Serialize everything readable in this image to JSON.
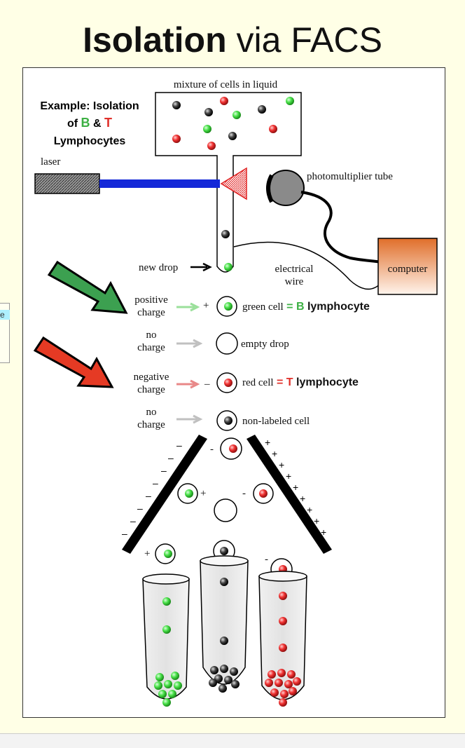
{
  "title": {
    "bold": "Isolation",
    "rest": " via FACS"
  },
  "example": {
    "line1": "Example: Isolation",
    "of": "of ",
    "b": "B",
    "amp": " & ",
    "t": "T",
    "line3": "Lymphocytes"
  },
  "labels": {
    "mixture": "mixture of cells in liquid",
    "laser": "laser",
    "pmt": "photomultiplier tube",
    "computer": "computer",
    "new_drop": "new drop",
    "electrical": "electrical",
    "wire": "wire"
  },
  "rows": [
    {
      "charge1": "positive",
      "charge2": "charge",
      "sign": "+",
      "desc": "green cell",
      "eq": " = B",
      "cell": " lymphocyte",
      "eq_color": "#3cb043"
    },
    {
      "charge1": "no",
      "charge2": "charge",
      "sign": "",
      "desc": "empty drop",
      "eq": "",
      "cell": "",
      "eq_color": "#000000"
    },
    {
      "charge1": "negative",
      "charge2": "charge",
      "sign": "–",
      "desc": "red cell",
      "eq": " = T",
      "cell": " lymphocyte",
      "eq_color": "#e0302a"
    },
    {
      "charge1": "no",
      "charge2": "charge",
      "sign": "",
      "desc": "non-labeled cell",
      "eq": "",
      "cell": "",
      "eq_color": "#000000"
    }
  ],
  "side_letter": "e",
  "colors": {
    "green": "#3cb043",
    "red": "#e0302a",
    "laser_beam": "#1428d8",
    "computer": "#e8823a",
    "arrow_green": "#3ca050",
    "arrow_red": "#e53a24",
    "background": "#ffffe6"
  }
}
